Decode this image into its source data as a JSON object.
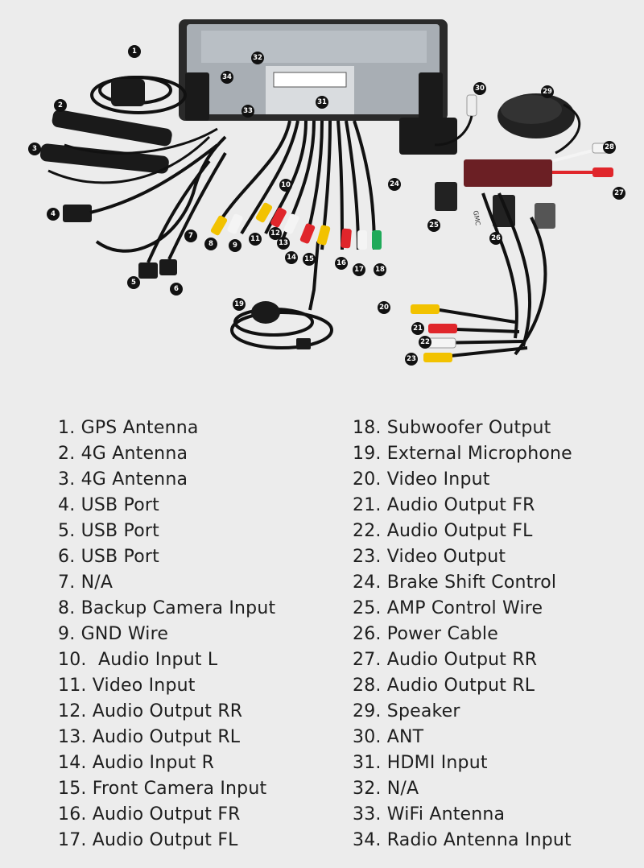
{
  "diagram": {
    "callouts": [
      "1",
      "2",
      "3",
      "4",
      "5",
      "6",
      "7",
      "8",
      "9",
      "10",
      "11",
      "12",
      "13",
      "14",
      "15",
      "16",
      "17",
      "18",
      "19",
      "20",
      "21",
      "22",
      "23",
      "24",
      "25",
      "26",
      "27",
      "28",
      "29",
      "30",
      "31",
      "32",
      "33",
      "34"
    ],
    "harness_label": "GMC"
  },
  "legend": {
    "left": [
      "1. GPS Antenna",
      "2. 4G Antenna",
      "3. 4G Antenna",
      "4. USB Port",
      "5. USB Port",
      "6. USB Port",
      "7. N/A",
      "8. Backup Camera Input",
      "9. GND Wire",
      "10.  Audio Input L",
      "11. Video Input",
      "12. Audio Output RR",
      "13. Audio Output RL",
      "14. Audio Input R",
      "15. Front Camera Input",
      "16. Audio Output FR",
      "17. Audio Output FL"
    ],
    "right": [
      "18. Subwoofer Output",
      "19. External Microphone",
      "20. Video Input",
      "21. Audio Output FR",
      "22. Audio Output FL",
      "23. Video Output",
      "24. Brake Shift Control",
      "25. AMP Control Wire",
      "26. Power Cable",
      "27. Audio Output RR",
      "28. Audio Output RL",
      "29. Speaker",
      "30. ANT",
      "31. HDMI Input",
      "32. N/A",
      "33. WiFi Antenna",
      "34. Radio Antenna Input"
    ]
  },
  "colors": {
    "background": "#ececec",
    "plug_yellow": "#f2c200",
    "plug_red": "#e0262b",
    "plug_white": "#f4f4f4",
    "plug_green": "#1faa59",
    "harness_maroon": "#6b1f24",
    "unit_gray": "#a8aeb4"
  }
}
